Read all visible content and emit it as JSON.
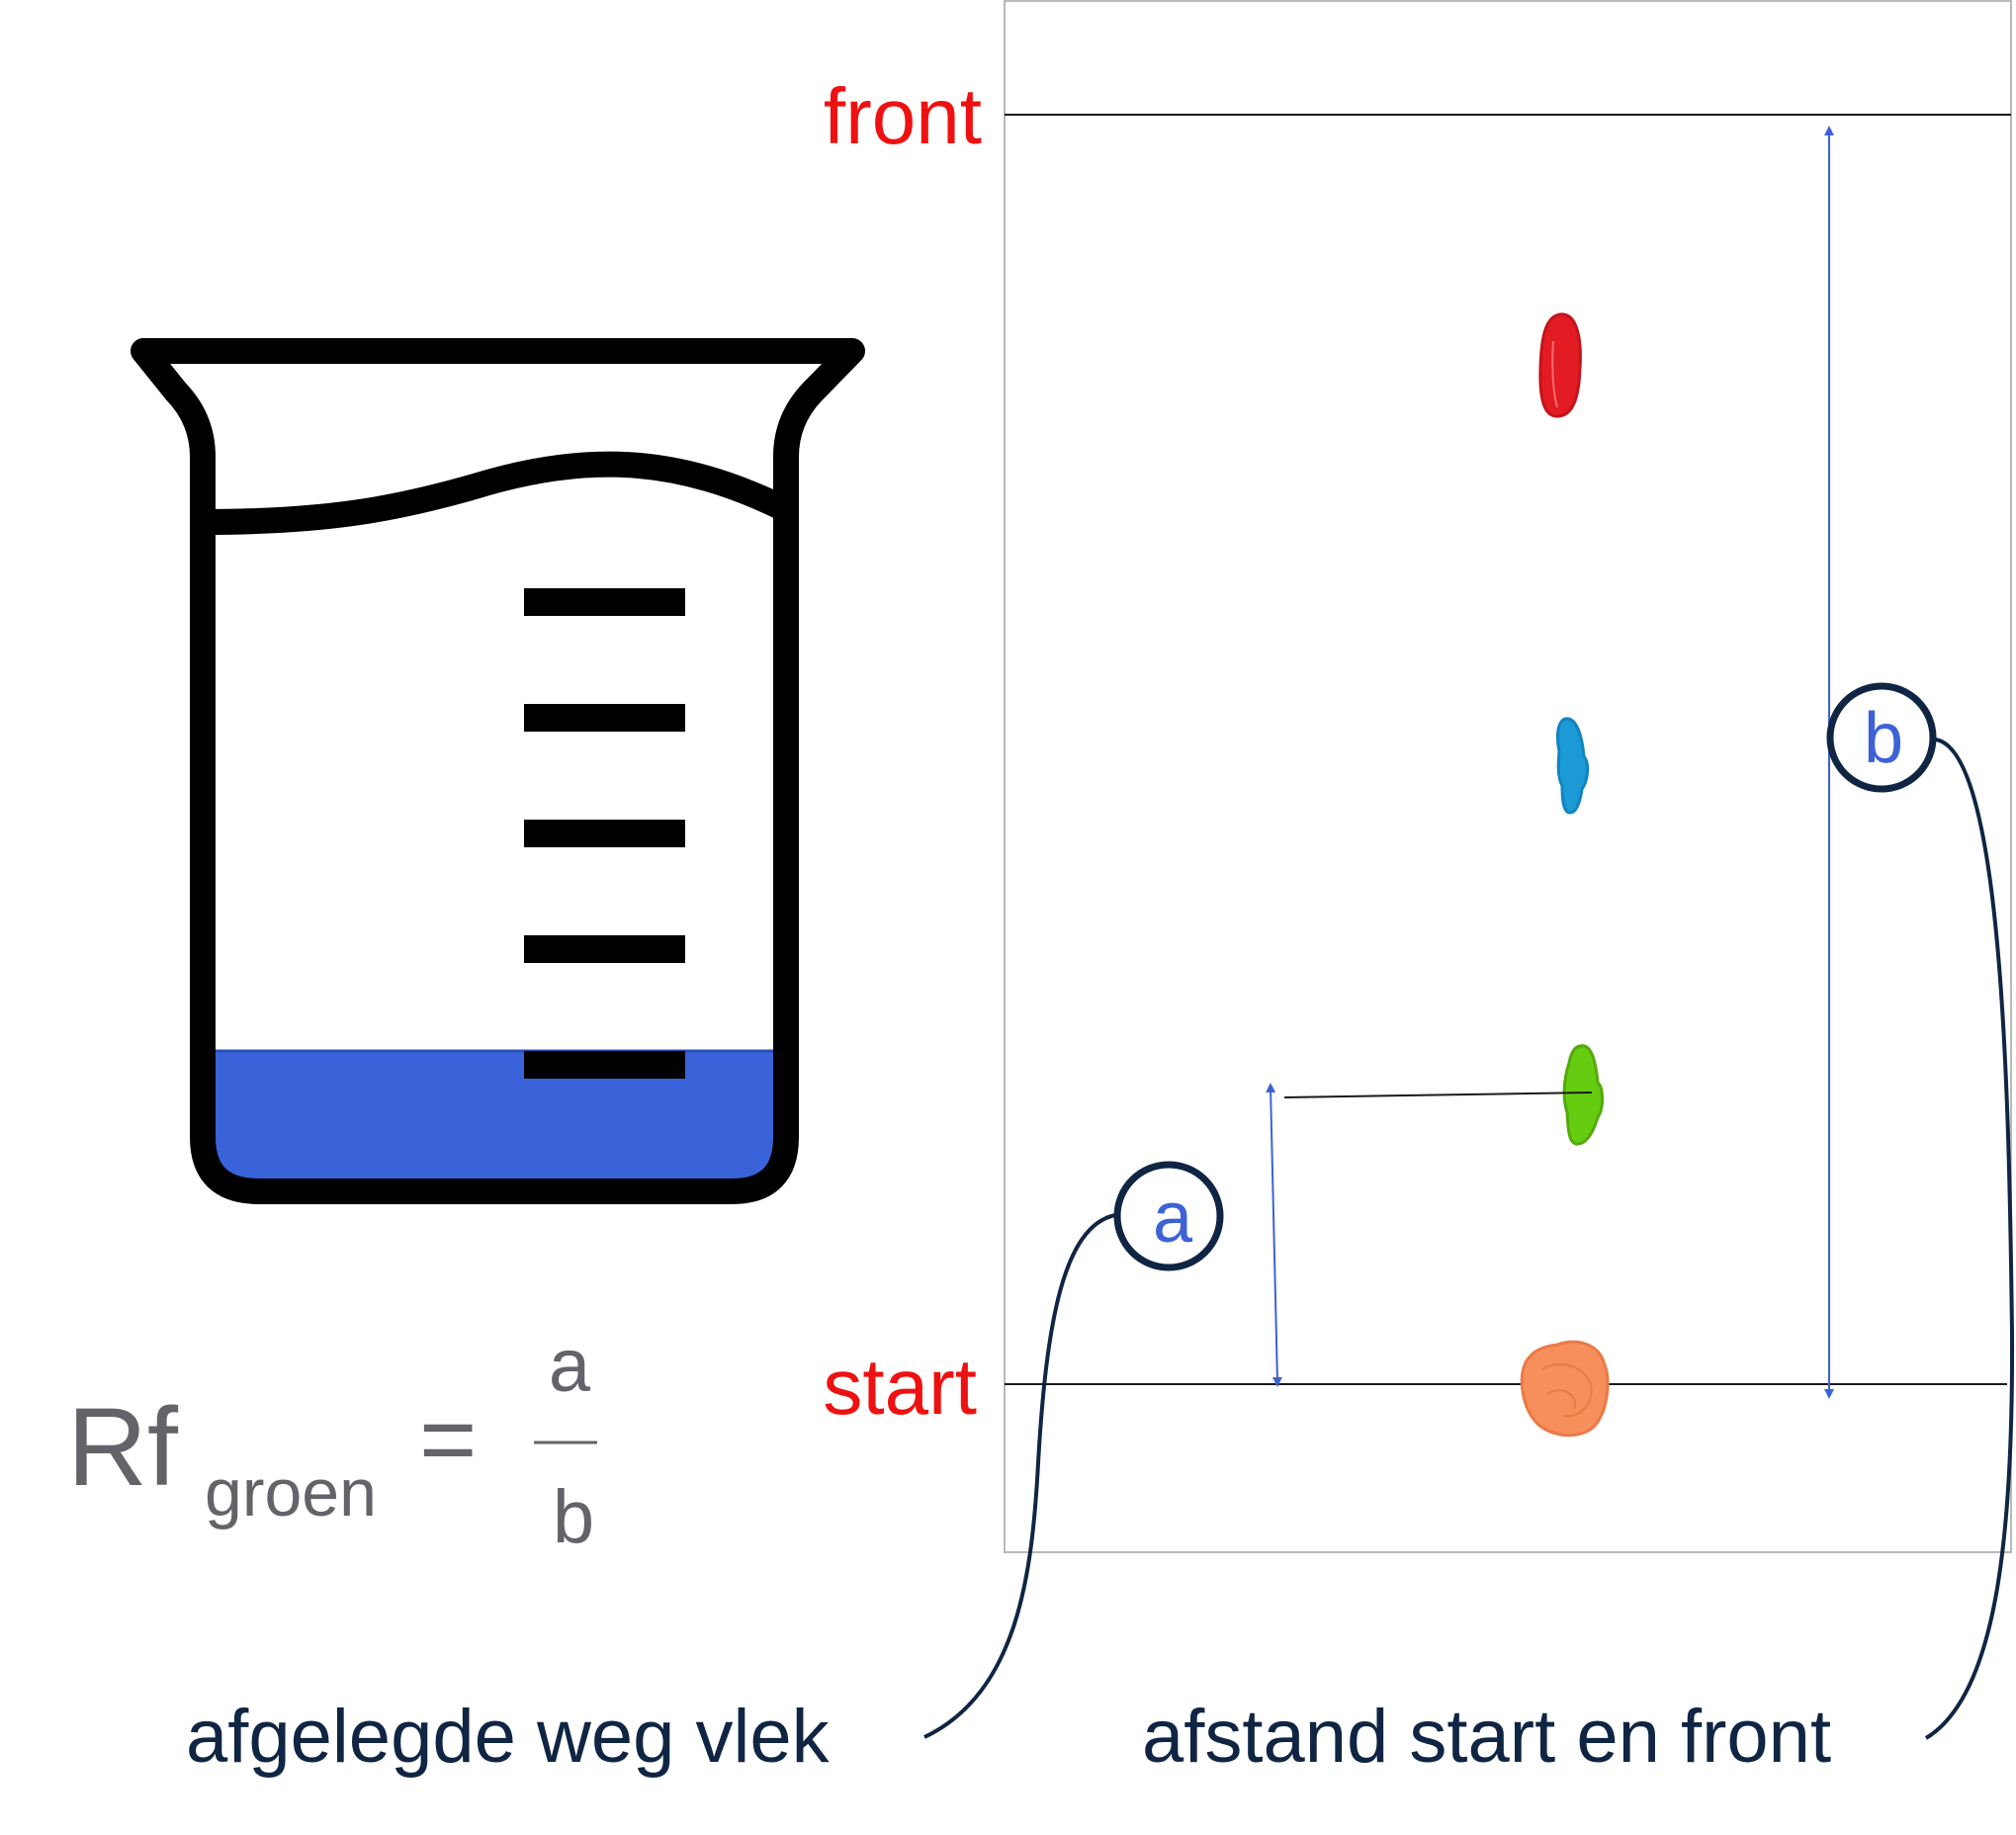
{
  "plate": {
    "front_label": "front",
    "start_label": "start"
  },
  "markers": {
    "a": "a",
    "b": "b"
  },
  "captions": {
    "left": "afgelegde weg vlek",
    "right": "afstand start en front"
  },
  "formula": {
    "lhs": "Rf",
    "subscript": "groen",
    "equals": "=",
    "numerator": "a",
    "denominator": "b"
  },
  "spots": [
    {
      "name": "red-spot",
      "color": "#e31b23"
    },
    {
      "name": "blue-spot",
      "color": "#1b9ad6"
    },
    {
      "name": "green-spot",
      "color": "#66cc11"
    },
    {
      "name": "orange-spot",
      "color": "#f78f5c"
    }
  ],
  "colors": {
    "label_red": "#ee1111",
    "arrow_blue": "#3d62d6",
    "liquid_blue": "#3a63d9",
    "caption_navy": "#0f2543",
    "formula_gray": "#626469"
  }
}
